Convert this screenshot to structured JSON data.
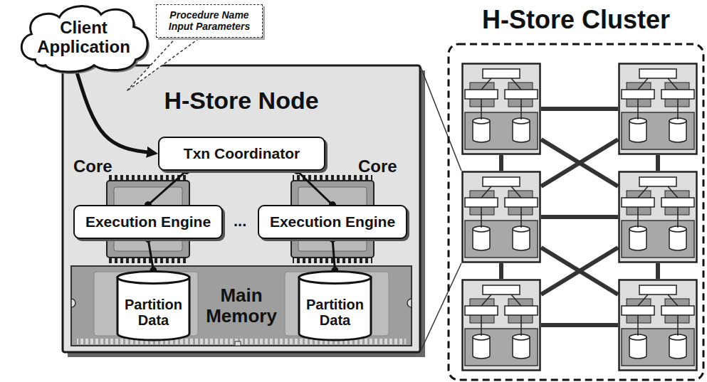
{
  "diagram": {
    "nodes": [
      {
        "text": [
          "Client Application"
        ]
      },
      {
        "text": [
          "Procedure Name Input Parameters"
        ]
      },
      {
        "text": [
          "H-Store Node"
        ]
      },
      {
        "text": [
          "Txn Coordinator"
        ],
        "in": 2
      },
      {
        "text": [
          "Execution Engine"
        ],
        "in": 2
      },
      {
        "text": [
          "Execution Engine"
        ],
        "in": 2
      },
      {
        "text": [
          "Main Memory"
        ],
        "in": 2
      },
      {
        "text": [
          "Partition Data"
        ],
        "in": 6
      },
      {
        "text": [
          "Partition Data"
        ],
        "in": 6
      },
      {
        "text": [
          "H-Store Cluster"
        ]
      }
    ],
    "edges": [
      {
        "from": 0,
        "to": 3,
        "arrow": "to"
      },
      {
        "from": 3,
        "to": 4,
        "arrow": "none"
      },
      {
        "from": 3,
        "to": 5,
        "arrow": "none"
      },
      {
        "from": 4,
        "to": 7,
        "arrow": "none"
      },
      {
        "from": 5,
        "to": 8,
        "arrow": "none"
      }
    ],
    "labels": [
      "Core",
      "Core",
      "..."
    ]
  }
}
